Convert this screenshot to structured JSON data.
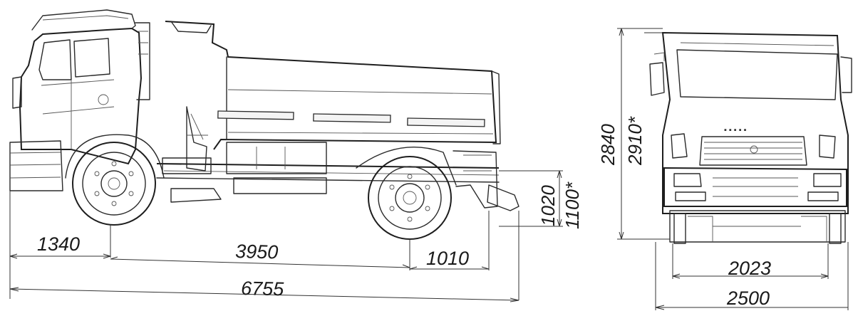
{
  "dimensions": {
    "front_overhang": "1340",
    "wheelbase": "3950",
    "rear_overhang": "1010",
    "overall_length": "6755",
    "platform_height": "1020",
    "platform_height_alt": "1100*",
    "cab_height": "2840",
    "cab_height_alt": "2910*",
    "track_width": "2023",
    "overall_width": "2500"
  },
  "colors": {
    "line": "#2a2a2a",
    "paper": "#ffffff"
  },
  "icons": [
    "truck-side-view",
    "truck-front-view",
    "wheel-icon"
  ]
}
